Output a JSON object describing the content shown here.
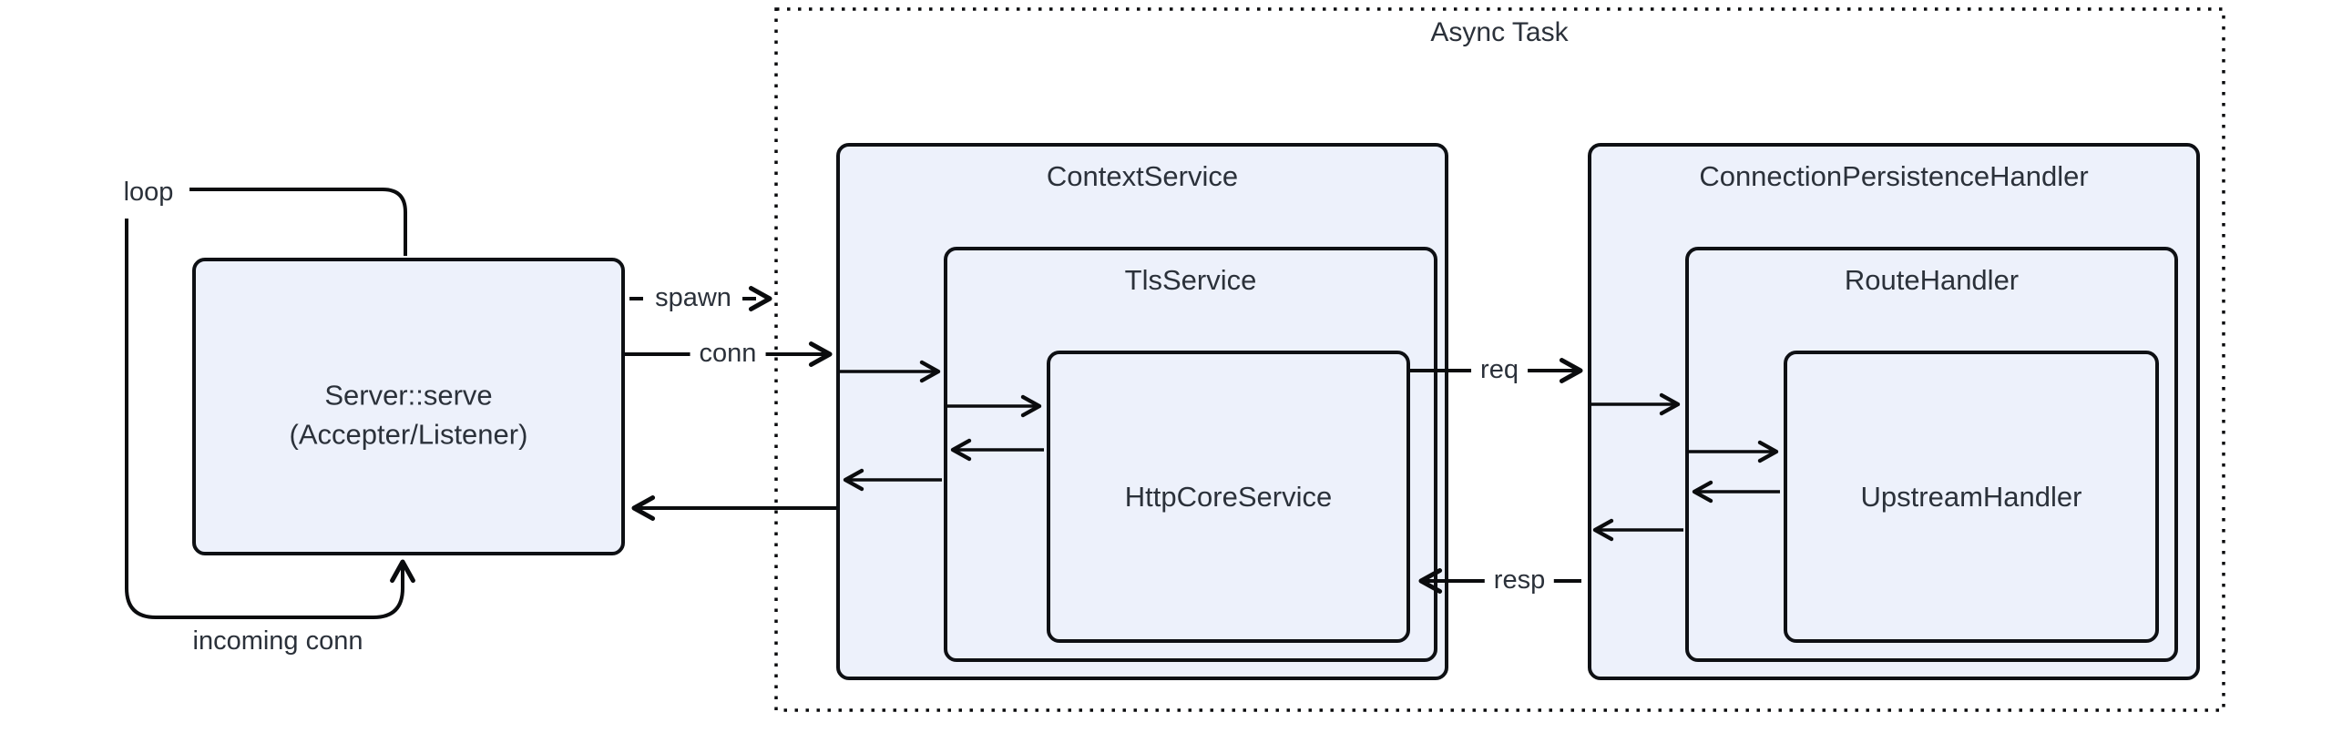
{
  "diagram": {
    "type": "architecture-flow-diagram",
    "async_task_label": "Async Task",
    "nodes": {
      "server": {
        "line1": "Server::serve",
        "line2": "(Accepter/Listener)"
      },
      "context_service": "ContextService",
      "tls_service": "TlsService",
      "http_core_service": "HttpCoreService",
      "connection_persistence_handler": "ConnectionPersistenceHandler",
      "route_handler": "RouteHandler",
      "upstream_handler": "UpstreamHandler"
    },
    "edges": {
      "loop": "loop",
      "incoming_conn": "incoming conn",
      "spawn": "spawn",
      "conn": "conn",
      "req": "req",
      "resp": "resp"
    },
    "colors": {
      "background": "#ffffff",
      "node_fill": "#edf1fb",
      "node_border": "#0e1014",
      "line": "#0b0c0e",
      "text": "#2b313a"
    }
  }
}
